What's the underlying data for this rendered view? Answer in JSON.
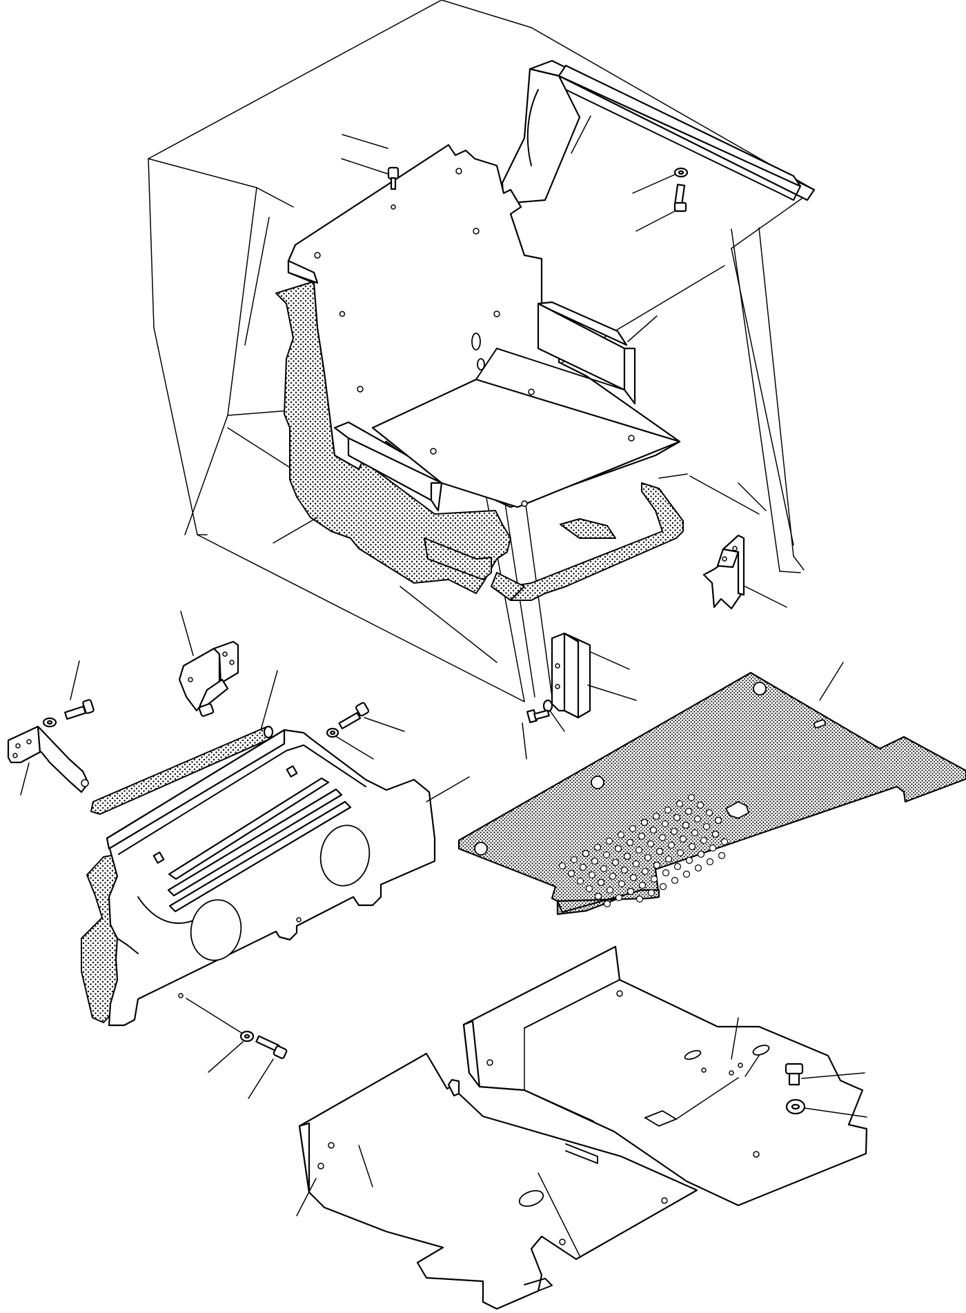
{
  "diagram": {
    "kind": "exploded-parts-view",
    "components": [
      "cab-frame",
      "seat-support-panel",
      "seat-insulation-mat",
      "rear-roof-channel",
      "roof-washer",
      "roof-bolt",
      "top-screw",
      "mount-bracket-right",
      "mount-bracket-center",
      "center-bolt",
      "center-washer",
      "left-hinge-bracket",
      "left-corner-bracket",
      "left-bolt",
      "left-washer",
      "rubber-seal-strip",
      "engine-hood-cover",
      "hood-insulation-pad",
      "hood-bolt",
      "hood-washer",
      "hood-lower-washer",
      "hood-lower-bolt",
      "floor-mat",
      "right-floor-plate",
      "floor-plate-bolt",
      "floor-plate-washer",
      "left-floor-plate"
    ],
    "callout_count": 28
  }
}
